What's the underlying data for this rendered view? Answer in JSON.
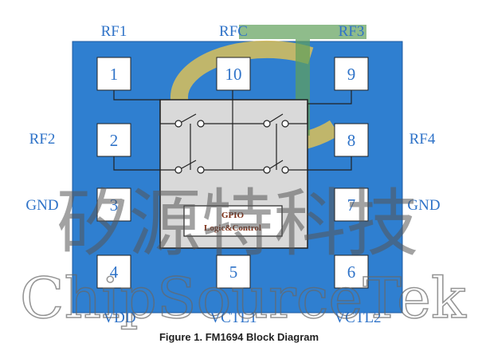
{
  "diagram": {
    "pins": [
      {
        "id": "pin-1",
        "number": "1",
        "label": "RF1"
      },
      {
        "id": "pin-10",
        "number": "10",
        "label": "RFC"
      },
      {
        "id": "pin-9",
        "number": "9",
        "label": "RF3"
      },
      {
        "id": "pin-2",
        "number": "2",
        "label": "RF2"
      },
      {
        "id": "pin-8",
        "number": "8",
        "label": "RF4"
      },
      {
        "id": "pin-3",
        "number": "3",
        "label": "GND"
      },
      {
        "id": "pin-7",
        "number": "7",
        "label": "GND"
      },
      {
        "id": "pin-4",
        "number": "4",
        "label": "VDD"
      },
      {
        "id": "pin-5",
        "number": "5",
        "label": "VCTL1"
      },
      {
        "id": "pin-6",
        "number": "6",
        "label": "VCTL2"
      }
    ],
    "gpio_block": {
      "line1": "GPIO",
      "line2": "Logic&Control"
    },
    "colors": {
      "package": "#2f7fd0",
      "core": "#d9d9d9",
      "pin_text": "#2f73c8"
    }
  },
  "watermark": {
    "chinese": "矽源特科技",
    "english": "ChipSourceTek"
  },
  "caption": "Figure 1. FM1694 Block Diagram"
}
